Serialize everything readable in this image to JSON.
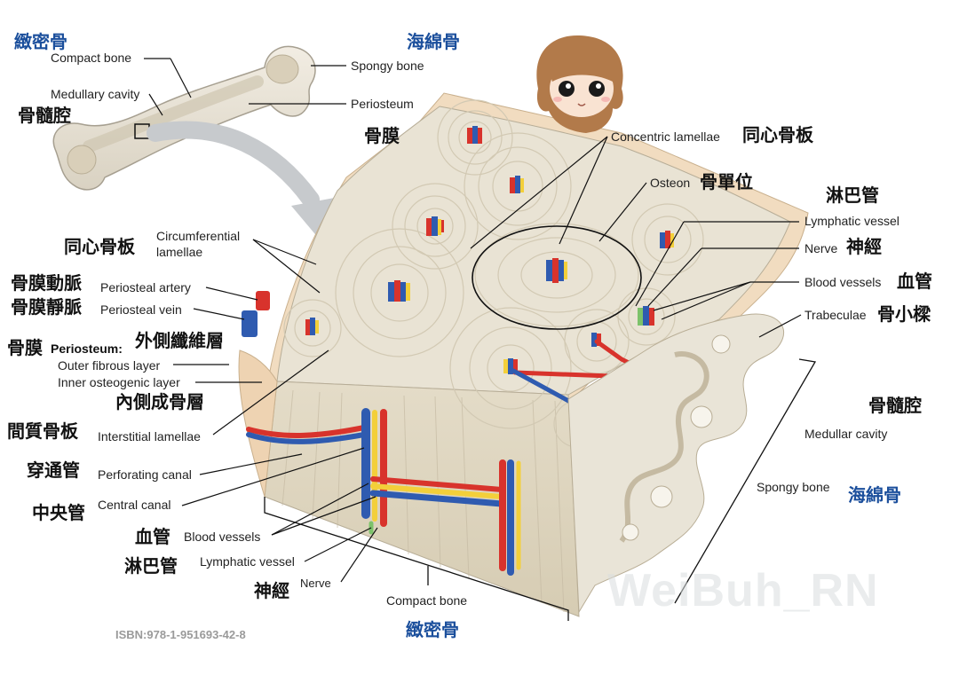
{
  "labels": {
    "compact_bone_top_zh": "緻密骨",
    "compact_bone_top_en": "Compact bone",
    "medullary_cavity_top_en": "Medullary cavity",
    "medullary_cavity_top_zh": "骨髓腔",
    "spongy_bone_top_zh": "海綿骨",
    "spongy_bone_top_en": "Spongy bone",
    "periosteum_top_en": "Periosteum",
    "periosteum_top_zh": "骨膜",
    "concentric_lamellae_en": "Concentric lamellae",
    "concentric_lamellae_zh": "同心骨板",
    "osteon_en": "Osteon",
    "osteon_zh": "骨單位",
    "lymphatic_vessel_right_zh": "淋巴管",
    "lymphatic_vessel_right_en": "Lymphatic vessel",
    "nerve_right_en": "Nerve",
    "nerve_right_zh": "神經",
    "blood_vessels_right_en": "Blood vessels",
    "blood_vessels_right_zh": "血管",
    "trabeculae_en": "Trabeculae",
    "trabeculae_zh": "骨小樑",
    "medullar_cavity_right_zh": "骨髓腔",
    "medullar_cavity_right_en": "Medullar cavity",
    "spongy_bone_right_en": "Spongy bone",
    "spongy_bone_right_zh": "海綿骨",
    "circumferential_zh": "同心骨板",
    "circumferential_en_1": "Circumferential",
    "circumferential_en_2": "lamellae",
    "periosteal_artery_zh": "骨膜動脈",
    "periosteal_artery_en": "Periosteal artery",
    "periosteal_vein_zh": "骨膜靜脈",
    "periosteal_vein_en": "Periosteal vein",
    "periosteum_left_zh": "骨膜",
    "periosteum_left_en": "Periosteum:",
    "outer_fibrous_zh": "外側纖維層",
    "outer_fibrous_en": "Outer fibrous layer",
    "inner_osteogenic_en": "Inner osteogenic layer",
    "inner_osteogenic_zh": "內側成骨層",
    "interstitial_zh": "間質骨板",
    "interstitial_en": "Interstitial lamellae",
    "perforating_zh": "穿通管",
    "perforating_en": "Perforating canal",
    "central_canal_zh": "中央管",
    "central_canal_en": "Central canal",
    "blood_vessels_bottom_zh": "血管",
    "blood_vessels_bottom_en": "Blood vessels",
    "lymphatic_bottom_zh": "淋巴管",
    "lymphatic_bottom_en": "Lymphatic vessel",
    "nerve_bottom_zh": "神經",
    "nerve_bottom_en": "Nerve",
    "compact_bone_bottom_en": "Compact bone",
    "compact_bone_bottom_zh": "緻密骨",
    "isbn": "ISBN:978-1-951693-42-8",
    "watermark": "WeiBuh_RN"
  },
  "colors": {
    "label_blue": "#1b4f9c",
    "bone": "#ece6d6",
    "bone_dark": "#d9d0bc",
    "periosteum": "#f1dcc0",
    "artery": "#d8332c",
    "vein": "#2f5bb0",
    "nerve": "#f3cf3a",
    "lymph": "#7cc26a"
  }
}
